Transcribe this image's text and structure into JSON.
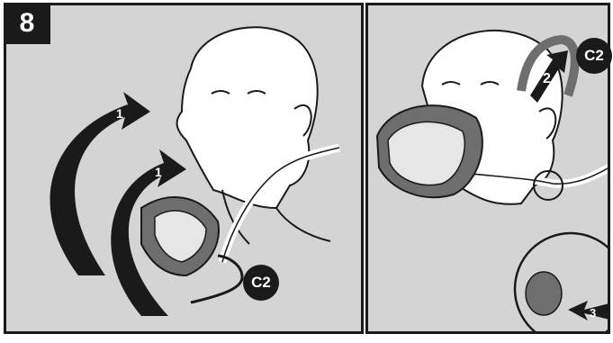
{
  "step": {
    "number": "8"
  },
  "callouts": {
    "left_label": "C2",
    "right_label": "C2"
  },
  "arrows": {
    "rotate_1a": "1",
    "rotate_1b": "1",
    "pull_2": "2",
    "push_3": "3"
  },
  "colors": {
    "ink": "#1a1a1a",
    "panel_bg": "#d4d4d4",
    "mask_gray": "#6e6e6e"
  }
}
